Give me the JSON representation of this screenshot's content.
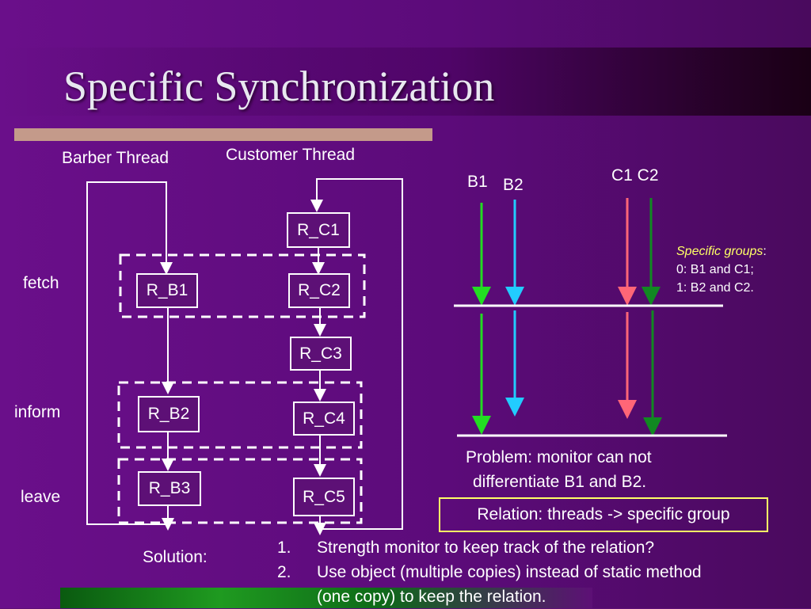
{
  "title": "Specific Synchronization",
  "diagram": {
    "barber_thread_label": "Barber Thread",
    "customer_thread_label": "Customer Thread",
    "row_labels": {
      "fetch": "fetch",
      "inform": "inform",
      "leave": "leave"
    },
    "barber_boxes": [
      "R_B1",
      "R_B2",
      "R_B3"
    ],
    "customer_boxes": [
      "R_C1",
      "R_C2",
      "R_C3",
      "R_C4",
      "R_C5"
    ]
  },
  "timeline": {
    "b1": "B1",
    "b2": "B2",
    "c1c2": "C1 C2",
    "colors": {
      "B1": "#22dd22",
      "B2": "#22ccff",
      "C1": "#ff6677",
      "C2": "#118822"
    }
  },
  "groups": {
    "heading": "Specific groups",
    "colon": ":",
    "line1": "0: B1 and C1;",
    "line2": "1: B2 and C2."
  },
  "problem": {
    "line1": "Problem: monitor can not",
    "line2": "differentiate B1 and B2."
  },
  "relation": "Relation:  threads -> specific group",
  "solution": {
    "label": "Solution:",
    "items": [
      {
        "num": "1.",
        "text": "Strength monitor to keep track of the relation?"
      },
      {
        "num": "2.",
        "text": "Use object (multiple copies) instead of static method",
        "cont": "(one copy) to keep the relation."
      }
    ]
  }
}
